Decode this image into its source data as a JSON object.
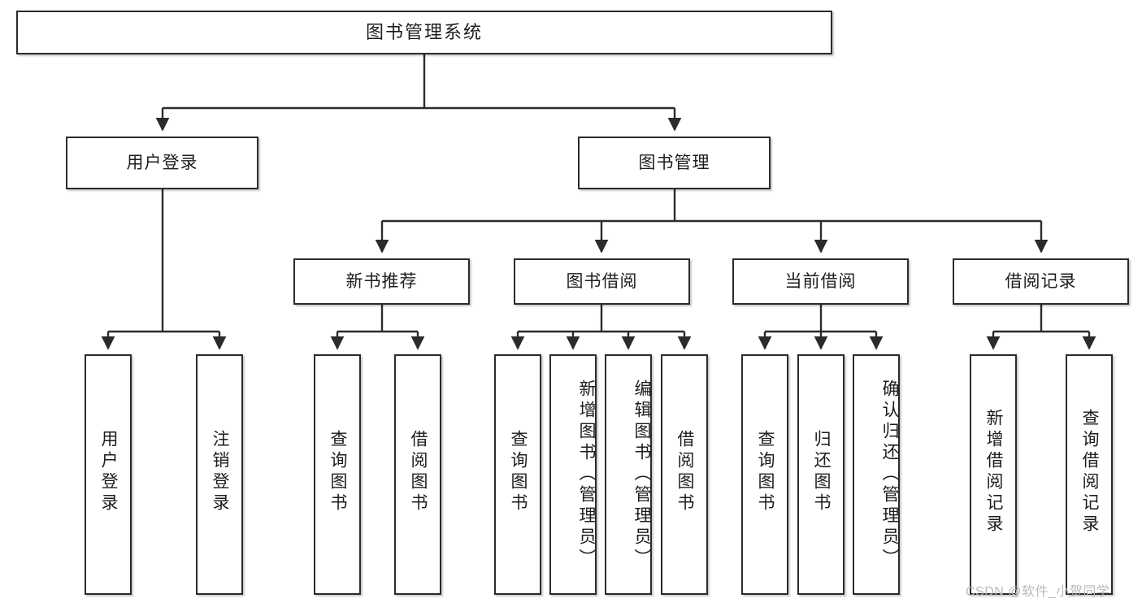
{
  "diagram": {
    "type": "tree-hierarchy-diagram",
    "title_text": "图书管理系统",
    "watermark": "CSDN @软件_小贺同学",
    "colors": {
      "background": "#ffffff",
      "box_border": "#2b2b2b",
      "box_fill": "#ffffff",
      "connector": "#2b2b2b",
      "text": "#1d1d1d",
      "watermark": "#b9b9b9"
    },
    "root": {
      "label": "图书管理系统"
    },
    "level1": [
      {
        "label": "用户登录"
      },
      {
        "label": "图书管理"
      }
    ],
    "level2": [
      {
        "label": "新书推荐"
      },
      {
        "label": "图书借阅"
      },
      {
        "label": "当前借阅"
      },
      {
        "label": "借阅记录"
      }
    ],
    "leaves": {
      "user_login": [
        {
          "label": "用户登录"
        },
        {
          "label": "注销登录"
        }
      ],
      "new_book_recommend": [
        {
          "label": "查询图书"
        },
        {
          "label": "借阅图书"
        }
      ],
      "book_borrow": [
        {
          "label": "查询图书"
        },
        {
          "label": "新增图书（管理员）"
        },
        {
          "label": "编辑图书（管理员）"
        },
        {
          "label": "借阅图书"
        }
      ],
      "current_borrow": [
        {
          "label": "查询图书"
        },
        {
          "label": "归还图书"
        },
        {
          "label": "确认归还（管理员）"
        }
      ],
      "borrow_record": [
        {
          "label": "新增借阅记录"
        },
        {
          "label": "查询借阅记录"
        }
      ]
    }
  }
}
